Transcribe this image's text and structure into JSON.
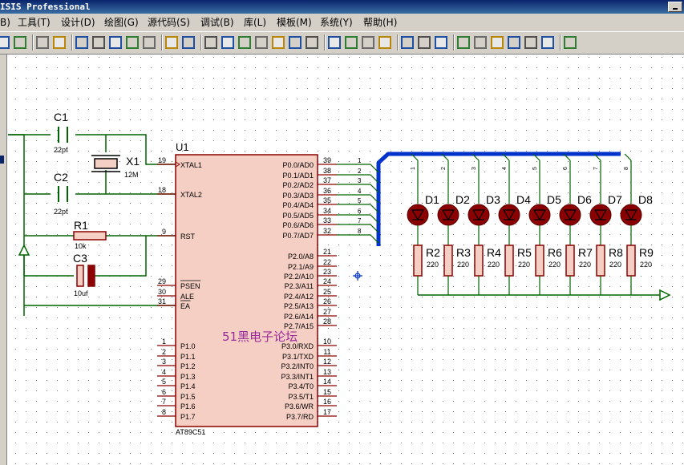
{
  "window": {
    "title": "ISIS Professional"
  },
  "menu": [
    "B)",
    "工具(T)",
    "设计(D)",
    "绘图(G)",
    "源代码(S)",
    "调试(B)",
    "库(L)",
    "模板(M)",
    "系统(Y)",
    "帮助(H)"
  ],
  "toolbar": {
    "icons": [
      "save-icon",
      "refresh-icon",
      "grid-icon",
      "origin-icon",
      "pan-icon",
      "zoom-in-icon",
      "zoom-out-icon",
      "zoom-all-icon",
      "zoom-area-icon",
      "undo-icon",
      "redo-icon",
      "cut-icon",
      "copy-icon",
      "paste-icon",
      "block-copy-icon",
      "block-move-icon",
      "block-rotate-icon",
      "block-delete-icon",
      "pick-device-icon",
      "make-device-icon",
      "packaging-icon",
      "decompose-icon",
      "wire-autorouter-icon",
      "search-icon",
      "property-tool-icon",
      "new-sheet-icon",
      "add-sheet-icon",
      "remove-sheet-icon",
      "goto-parent-icon",
      "bom-icon",
      "erc-icon",
      "ares-icon"
    ]
  },
  "schematic": {
    "c1": {
      "ref": "C1",
      "value": "22pf"
    },
    "c2": {
      "ref": "C2",
      "value": "22pf"
    },
    "c3": {
      "ref": "C3",
      "value": "10uf"
    },
    "x1": {
      "ref": "X1",
      "value": "12M"
    },
    "r1": {
      "ref": "R1",
      "value": "10k"
    },
    "u1": {
      "ref": "U1",
      "part": "AT89C51",
      "left_pins": [
        {
          "num": "19",
          "name": "XTAL1"
        },
        {
          "num": "18",
          "name": "XTAL2"
        },
        {
          "num": "9",
          "name": "RST"
        },
        {
          "num": "29",
          "name": "PSEN"
        },
        {
          "num": "30",
          "name": "ALE"
        },
        {
          "num": "31",
          "name": "EA"
        },
        {
          "num": "1",
          "name": "P1.0"
        },
        {
          "num": "2",
          "name": "P1.1"
        },
        {
          "num": "3",
          "name": "P1.2"
        },
        {
          "num": "4",
          "name": "P1.3"
        },
        {
          "num": "5",
          "name": "P1.4"
        },
        {
          "num": "6",
          "name": "P1.5"
        },
        {
          "num": "7",
          "name": "P1.6"
        },
        {
          "num": "8",
          "name": "P1.7"
        }
      ],
      "right_pins": [
        {
          "num": "39",
          "name": "P0.0/AD0"
        },
        {
          "num": "38",
          "name": "P0.1/AD1"
        },
        {
          "num": "37",
          "name": "P0.2/AD2"
        },
        {
          "num": "36",
          "name": "P0.3/AD3"
        },
        {
          "num": "35",
          "name": "P0.4/AD4"
        },
        {
          "num": "34",
          "name": "P0.5/AD5"
        },
        {
          "num": "33",
          "name": "P0.6/AD6"
        },
        {
          "num": "32",
          "name": "P0.7/AD7"
        },
        {
          "num": "21",
          "name": "P2.0/A8"
        },
        {
          "num": "22",
          "name": "P2.1/A9"
        },
        {
          "num": "23",
          "name": "P2.2/A10"
        },
        {
          "num": "24",
          "name": "P2.3/A11"
        },
        {
          "num": "25",
          "name": "P2.4/A12"
        },
        {
          "num": "26",
          "name": "P2.5/A13"
        },
        {
          "num": "27",
          "name": "P2.6/A14"
        },
        {
          "num": "28",
          "name": "P2.7/A15"
        },
        {
          "num": "10",
          "name": "P3.0/RXD"
        },
        {
          "num": "11",
          "name": "P3.1/TXD"
        },
        {
          "num": "12",
          "name": "P3.2/INT0"
        },
        {
          "num": "13",
          "name": "P3.3/INT1"
        },
        {
          "num": "14",
          "name": "P3.4/T0"
        },
        {
          "num": "15",
          "name": "P3.5/T1"
        },
        {
          "num": "16",
          "name": "P3.6/WR"
        },
        {
          "num": "17",
          "name": "P3.7/RD"
        }
      ]
    },
    "bus_labels": [
      "1",
      "2",
      "3",
      "4",
      "5",
      "6",
      "7",
      "8"
    ],
    "leds": [
      "D1",
      "D2",
      "D3",
      "D4",
      "D5",
      "D6",
      "D7",
      "D8"
    ],
    "resistors": [
      {
        "ref": "R2",
        "value": "220"
      },
      {
        "ref": "R3",
        "value": "220"
      },
      {
        "ref": "R4",
        "value": "220"
      },
      {
        "ref": "R5",
        "value": "220"
      },
      {
        "ref": "R6",
        "value": "220"
      },
      {
        "ref": "R7",
        "value": "220"
      },
      {
        "ref": "R8",
        "value": "220"
      },
      {
        "ref": "R9",
        "value": "220"
      }
    ],
    "watermark": "51黑电子论坛"
  },
  "colors": {
    "component_body": "#f5cfc4",
    "component_stroke": "#8b0000",
    "wire": "#006400",
    "bus": "#0033cc",
    "pin_text": "#8b0000",
    "led": "#8b0000",
    "watermark": "#9b2c9b",
    "grid_dot": "#707070"
  }
}
